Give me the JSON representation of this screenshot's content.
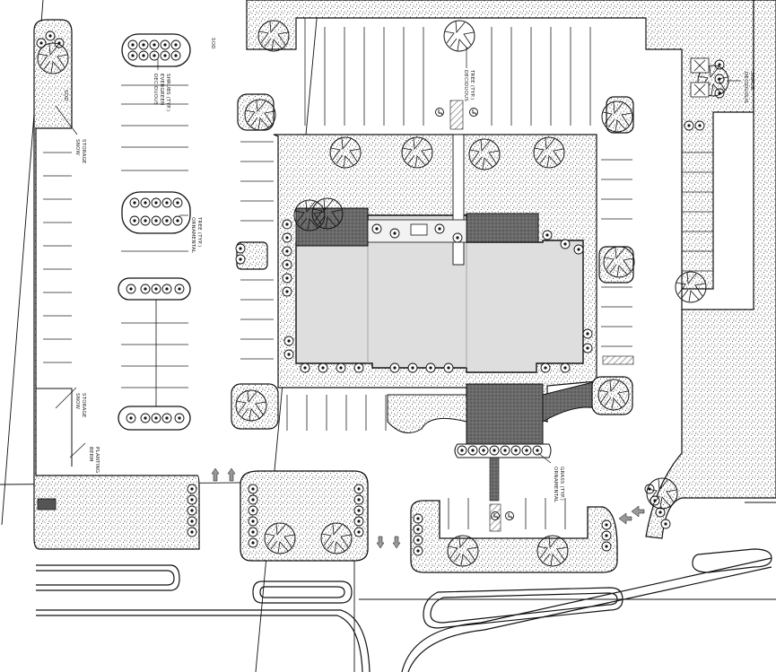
{
  "title": "",
  "labels": {
    "snow_storage_left_top": [
      "SNOW",
      "STORAGE"
    ],
    "snow_storage_left_bottom": [
      "SNOW",
      "STORAGE"
    ],
    "deciduous_shrubs": [
      "DECIDUOUS",
      "EVERGREEN",
      "SHRUBS (TYP.)"
    ],
    "ornamental_tree_island": [
      "ORNAMENTAL",
      "TREE (TYP.)"
    ],
    "deciduous_tree": [
      "DECIDUOUS",
      "TREE (TYP.)"
    ],
    "berm_planting": [
      "BERM",
      "PLANTING"
    ],
    "ornamental_grass": [
      "ORNAMENTAL",
      "GRASS (TYP.)"
    ],
    "deciduous_right": [
      "DECIDUOUS",
      "SHRUB"
    ],
    "sod_left": "SOD",
    "sod_right": "SOD"
  },
  "colors": {
    "background": "#ffffff",
    "line": "#111111",
    "landscape_fill": "#ffffff",
    "building_fill": "#dcdcdc",
    "patio_fill": "#6e6e6e",
    "stipple": "#222222"
  },
  "icons": [
    "accessible-parking-icon",
    "traffic-arrow-icon",
    "tree-icon",
    "shrub-icon"
  ]
}
